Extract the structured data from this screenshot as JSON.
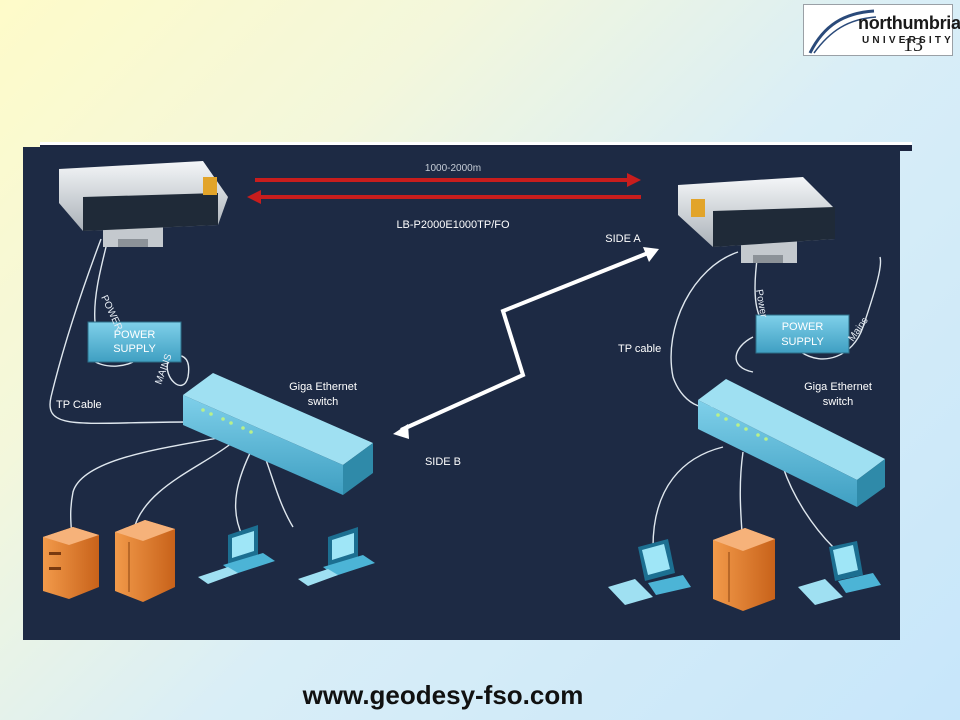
{
  "logo": {
    "line1": "northumbria",
    "line2": "UNIVERSITY"
  },
  "slide_number": "13",
  "diagram": {
    "link_distance": "1000-2000m",
    "link_model": "LB-P2000E1000TP/FO",
    "side_a": "SIDE A",
    "side_b": "SIDE B",
    "left": {
      "power_label": "POWER",
      "power_supply": [
        "POWER",
        "SUPPLY"
      ],
      "mains_label": "MAINS",
      "tp_cable": "TP Cable",
      "switch": [
        "Giga Ethernet",
        "switch"
      ]
    },
    "right": {
      "power_label": "Power",
      "power_supply": [
        "POWER",
        "SUPPLY"
      ],
      "mains_label": "Mains",
      "tp_cable": "TP cable",
      "switch": [
        "Giga Ethernet",
        "switch"
      ]
    }
  },
  "footer_url": "www.geodesy-fso.com",
  "colors": {
    "diagram_bg": "#1d2a44",
    "laser_beam": "#c81d1d",
    "device_teal": "#5cb8d6",
    "server_orange": "#e07a2a"
  }
}
